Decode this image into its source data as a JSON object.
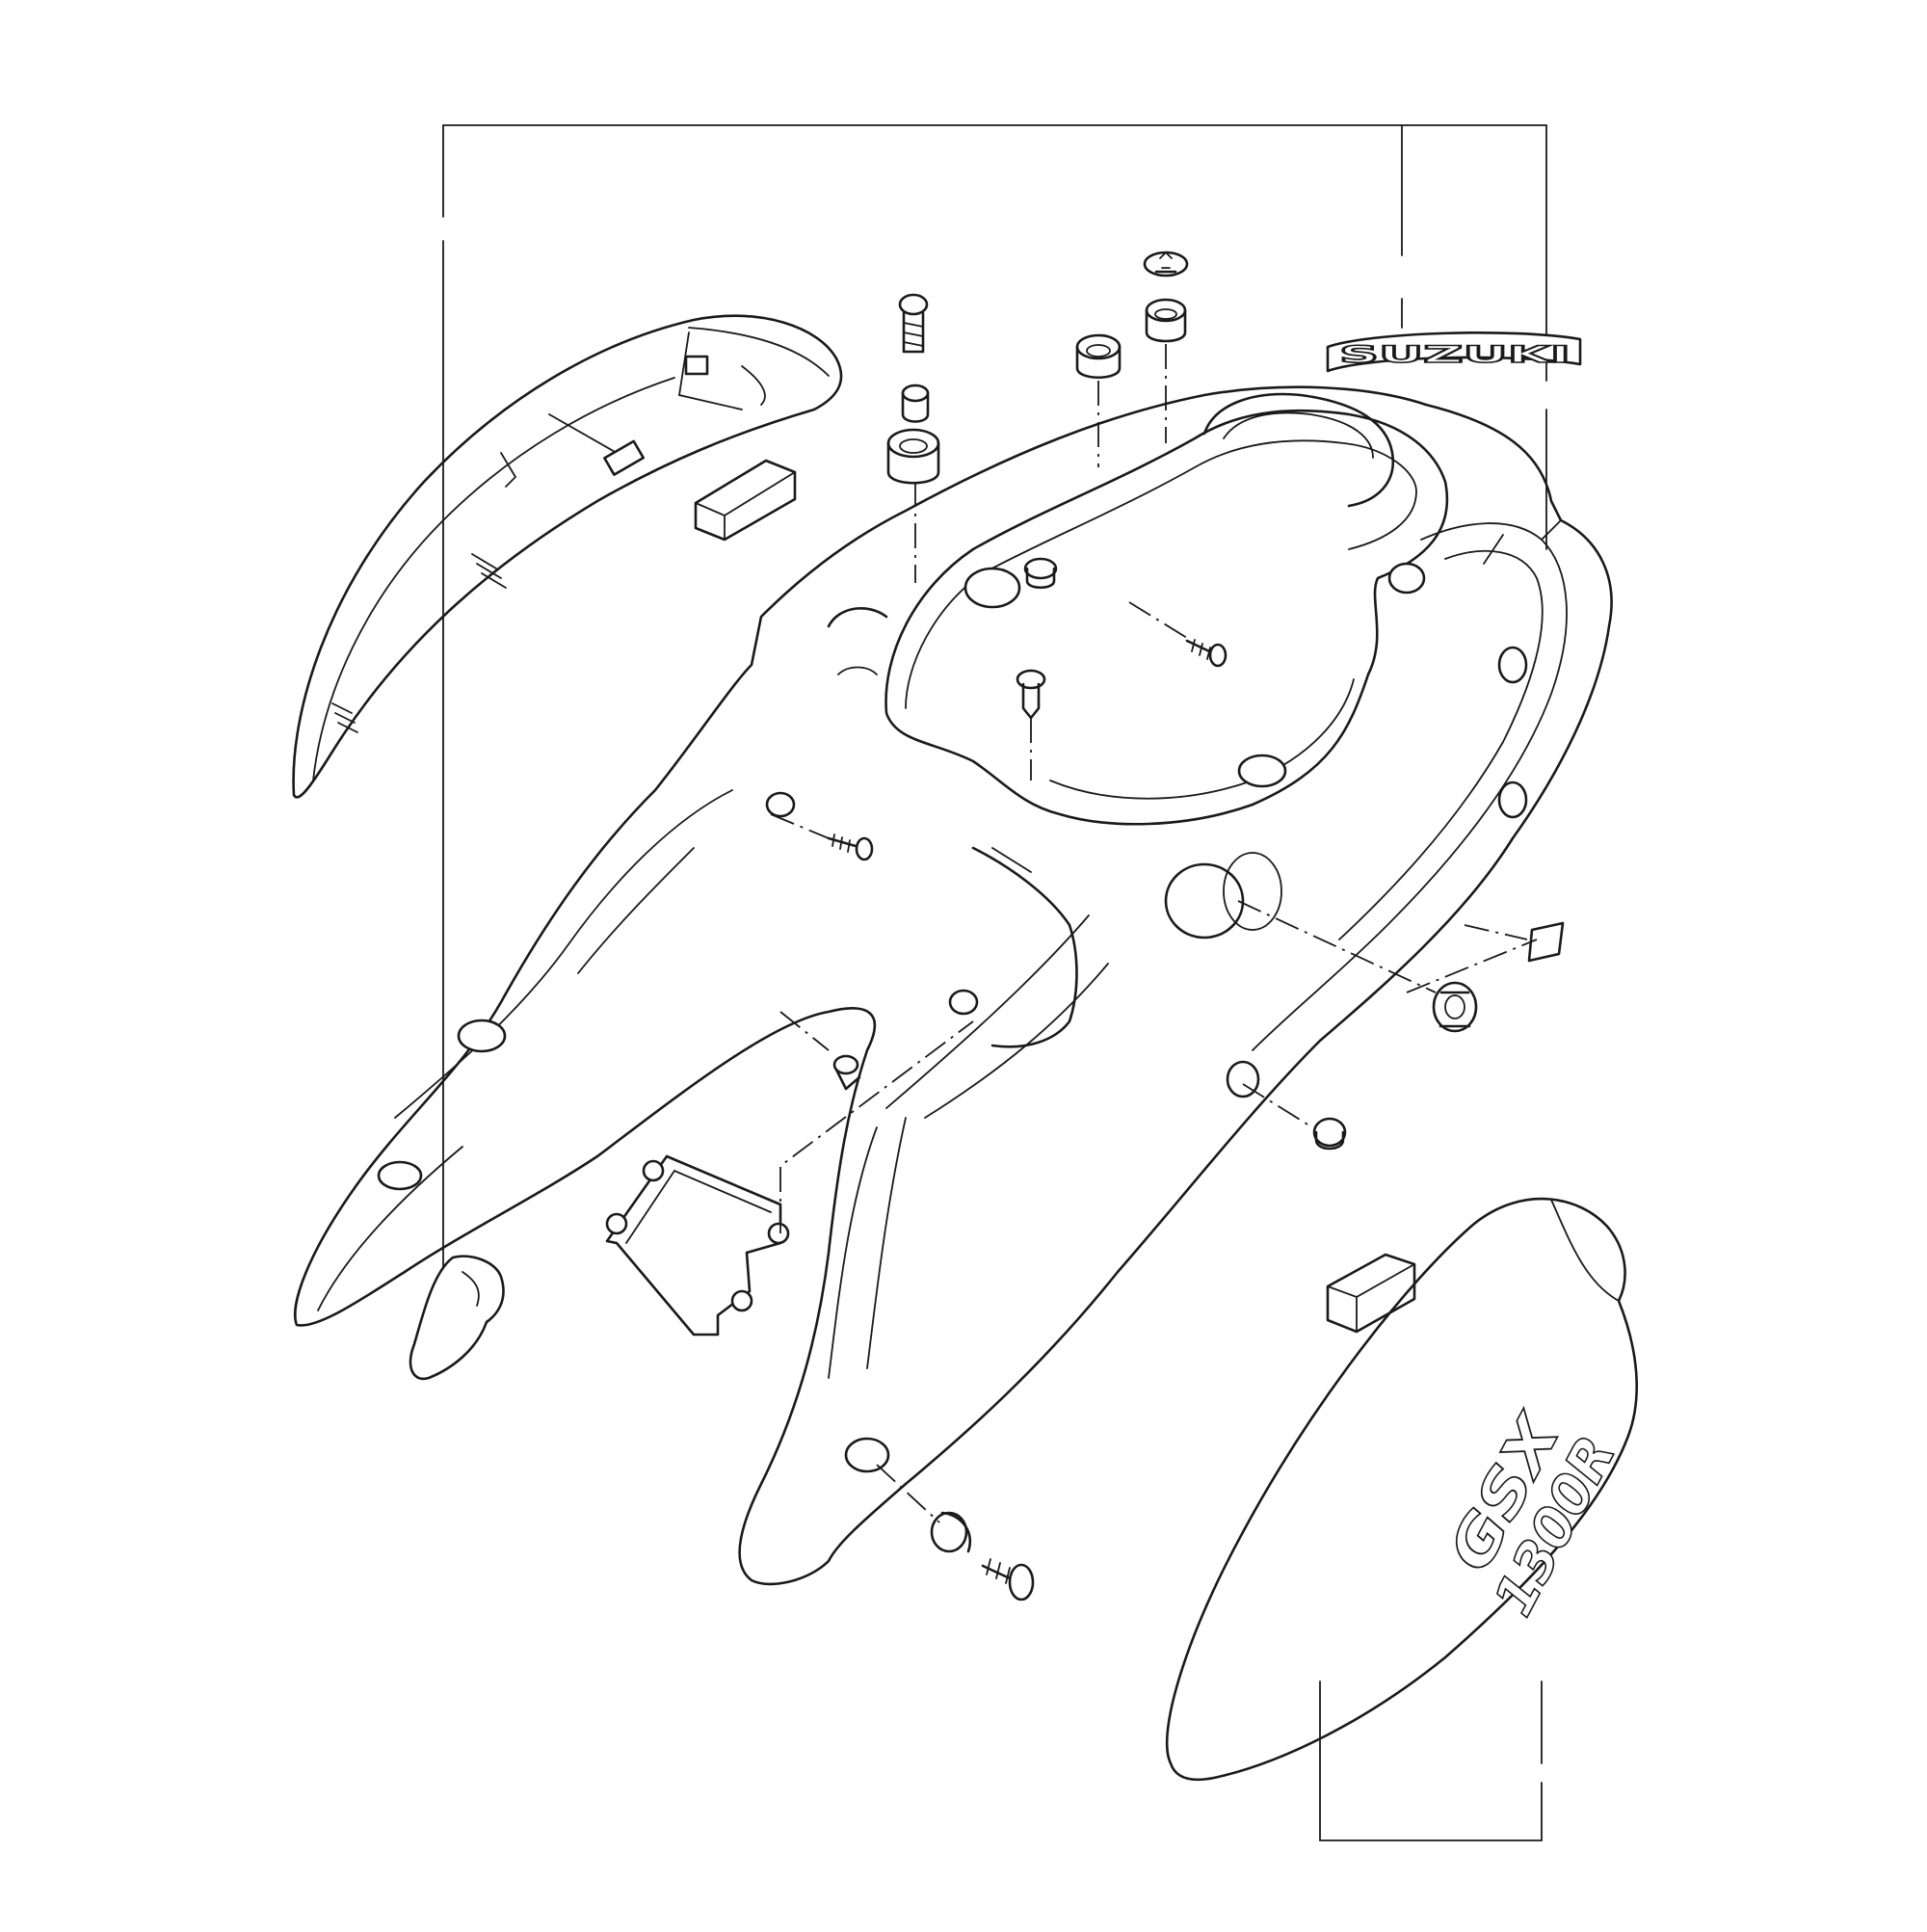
{
  "diagram": {
    "emblem_suzuki": "SUZUKI",
    "emblem_model_line1": "GSX",
    "emblem_model_line2": "1300R"
  },
  "colors": {
    "line": "#1a1a1a",
    "background": "#ffffff"
  }
}
